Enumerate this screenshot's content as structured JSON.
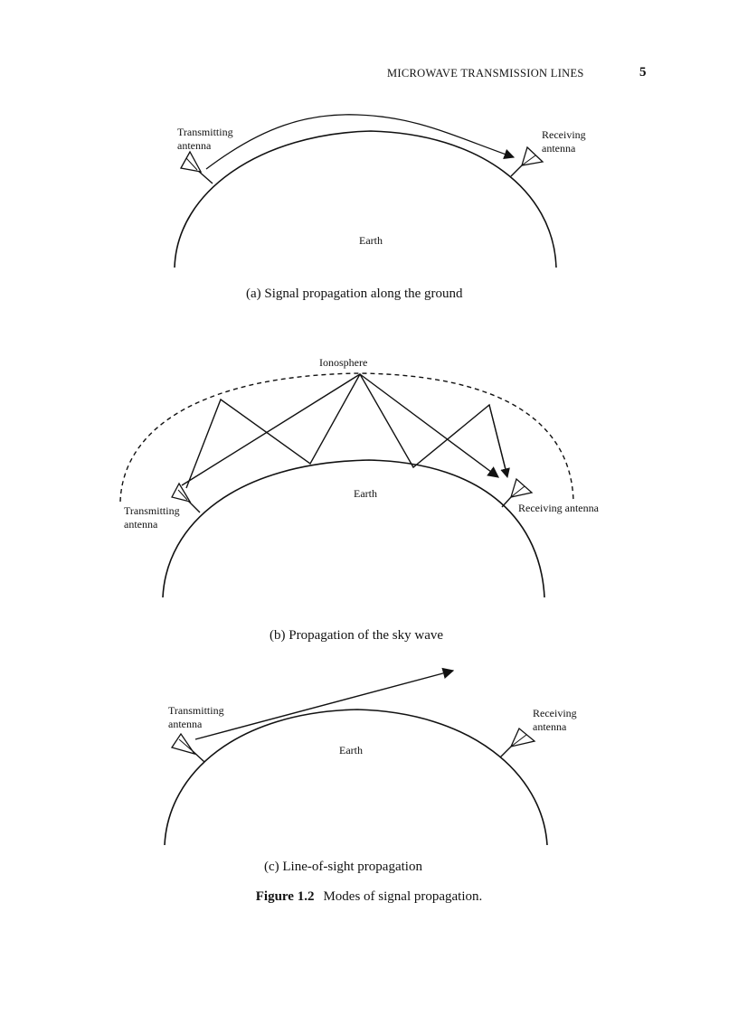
{
  "header": {
    "running_title": "MICROWAVE TRANSMISSION LINES",
    "page_number": "5"
  },
  "figure": {
    "number": "Figure 1.2",
    "caption": "Modes of signal propagation.",
    "panels": [
      {
        "id": "a",
        "caption": "(a)  Signal propagation along the ground",
        "labels": {
          "transmitter_line1": "Transmitting",
          "transmitter_line2": "antenna",
          "receiver_line1": "Receiving",
          "receiver_line2": "antenna",
          "earth": "Earth"
        }
      },
      {
        "id": "b",
        "caption": "(b) Propagation of the sky wave",
        "labels": {
          "ionosphere": "Ionosphere",
          "transmitter_line1": "Transmitting",
          "transmitter_line2": "antenna",
          "receiver": "Receiving antenna",
          "earth": "Earth"
        }
      },
      {
        "id": "c",
        "caption": "(c) Line-of-sight propagation",
        "labels": {
          "transmitter_line1": "Transmitting",
          "transmitter_line2": "antenna",
          "receiver_line1": "Receiving",
          "receiver_line2": "antenna",
          "earth": "Earth"
        }
      }
    ]
  }
}
